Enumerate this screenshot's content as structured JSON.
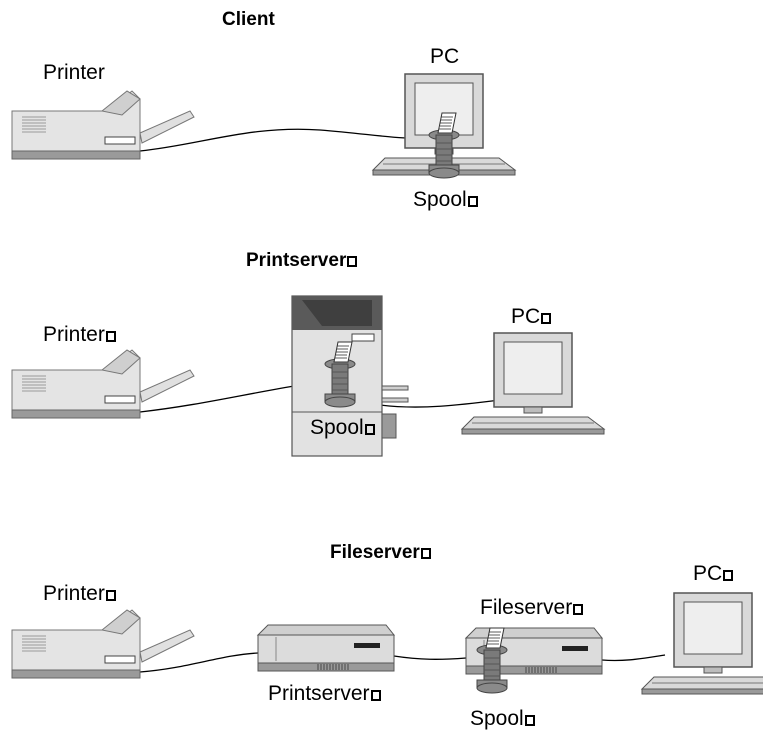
{
  "scenarios": {
    "client": {
      "title": "Client",
      "printer_label": "Printer",
      "pc_label": "PC",
      "spool_label": "Spool"
    },
    "printserver": {
      "title": "Printserver",
      "printer_label": "Printer",
      "pc_label": "PC",
      "spool_label": "Spool"
    },
    "fileserver": {
      "title": "Fileserver",
      "printer_label": "Printer",
      "printserver_label": "Printserver",
      "fileserver_label": "Fileserver",
      "spool_label": "Spool",
      "pc_label": "PC"
    }
  },
  "colors": {
    "device_body": "#d9d9d9",
    "device_shadow": "#9a9a9a",
    "device_dark": "#5a5a5a",
    "screen": "#eeeeee",
    "line": "#000000"
  }
}
